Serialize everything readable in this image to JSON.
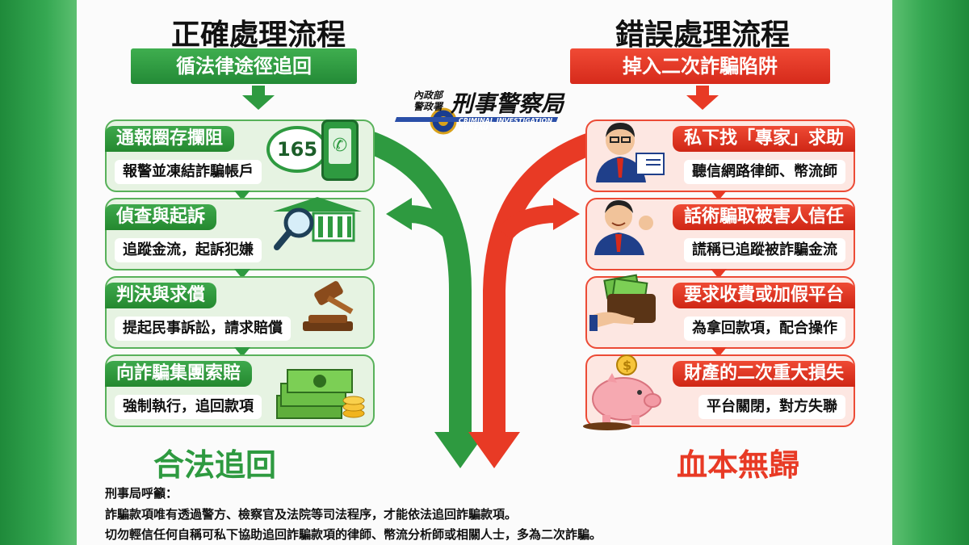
{
  "left": {
    "title": "正確處理流程",
    "banner": "循法律途徑追回",
    "steps": [
      {
        "title": "通報圈存攔阻",
        "desc": "報警並凍結詐騙帳戶",
        "badge": "165"
      },
      {
        "title": "偵查與起訴",
        "desc": "追蹤金流，起訴犯嫌"
      },
      {
        "title": "判決與求償",
        "desc": "提起民事訴訟，請求賠償"
      },
      {
        "title": "向詐騙集團索賠",
        "desc": "強制執行，追回款項"
      }
    ],
    "result": "合法追回"
  },
  "right": {
    "title": "錯誤處理流程",
    "banner": "掉入二次詐騙陷阱",
    "steps": [
      {
        "title": "私下找「專家」求助",
        "desc": "聽信網路律師、幣流師"
      },
      {
        "title": "話術騙取被害人信任",
        "desc": "謊稱已追蹤被詐騙金流"
      },
      {
        "title": "要求收費或加假平台",
        "desc": "為拿回款項，配合操作"
      },
      {
        "title": "財產的二次重大損失",
        "desc": "平台關閉，對方失聯"
      }
    ],
    "result": "血本無歸"
  },
  "logo": {
    "small_top": "內政部",
    "small_bottom": "警政署",
    "name": "刑事警察局",
    "english": "CRIMINAL INVESTIGATION BUREAU"
  },
  "notes": {
    "heading": "刑事局呼籲：",
    "line1": "詐騙款項唯有透過警方、檢察官及法院等司法程序，才能依法追回詐騙款項。",
    "line2": "切勿輕信任何自稱可私下協助追回詐騙款項的律師、幣流分析師或相關人士，多為二次詐騙。"
  },
  "colors": {
    "green": "#2e9a40",
    "red": "#e83a25"
  }
}
